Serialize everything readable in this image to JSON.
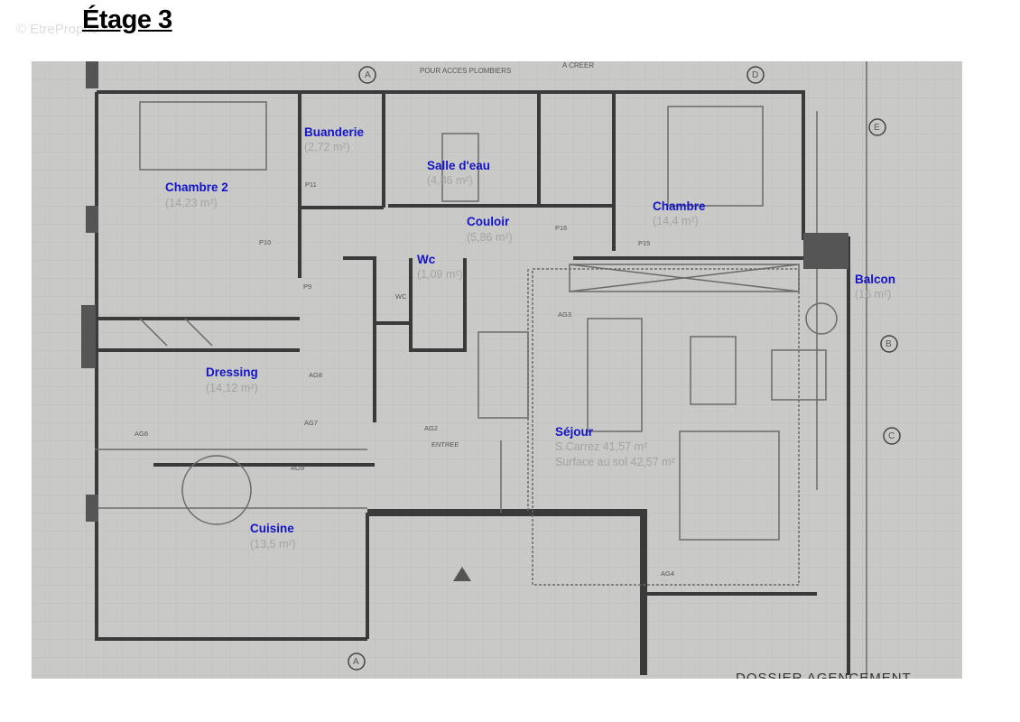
{
  "page": {
    "title": "Étage 3",
    "watermark": "© EtreProprio"
  },
  "plan": {
    "notes": {
      "top_access": "POUR ACCES PLOMBIERS",
      "top_create": "A CREER",
      "bottom_folder": "DOSSIER AGENCEMENT"
    },
    "section_markers": [
      "A",
      "D",
      "E",
      "B",
      "C",
      "A"
    ],
    "rooms": [
      {
        "name": "Chambre 2",
        "area": "(14,23 m²)"
      },
      {
        "name": "Buanderie",
        "area": "(2,72 m²)"
      },
      {
        "name": "Salle d'eau",
        "area": "(4,86 m²)"
      },
      {
        "name": "Couloir",
        "area": "(5,86 m²)"
      },
      {
        "name": "Wc",
        "area": "(1,09 m²)"
      },
      {
        "name": "Chambre",
        "area": "(14,4 m²)"
      },
      {
        "name": "Balcon",
        "area": "(16 m²)"
      },
      {
        "name": "Dressing",
        "area": "(14,12 m²)"
      },
      {
        "name": "Cuisine",
        "area": "(13,5 m²)"
      },
      {
        "name": "Séjour",
        "area": "S.Carrez 41,57 m²",
        "area2": "Surface au sol 42,57 m²"
      }
    ],
    "door_tags": [
      "P10",
      "P11",
      "P15",
      "P16",
      "P9",
      "AG3",
      "AG4",
      "AG6",
      "AG7",
      "AG8",
      "AG9",
      "AG2",
      "WC",
      "ENTREE"
    ],
    "colors": {
      "room_label": "#1414c8",
      "area_label": "#a4a4a4",
      "paper": "#c9c9c7",
      "wall": "#3a3a3a"
    }
  }
}
